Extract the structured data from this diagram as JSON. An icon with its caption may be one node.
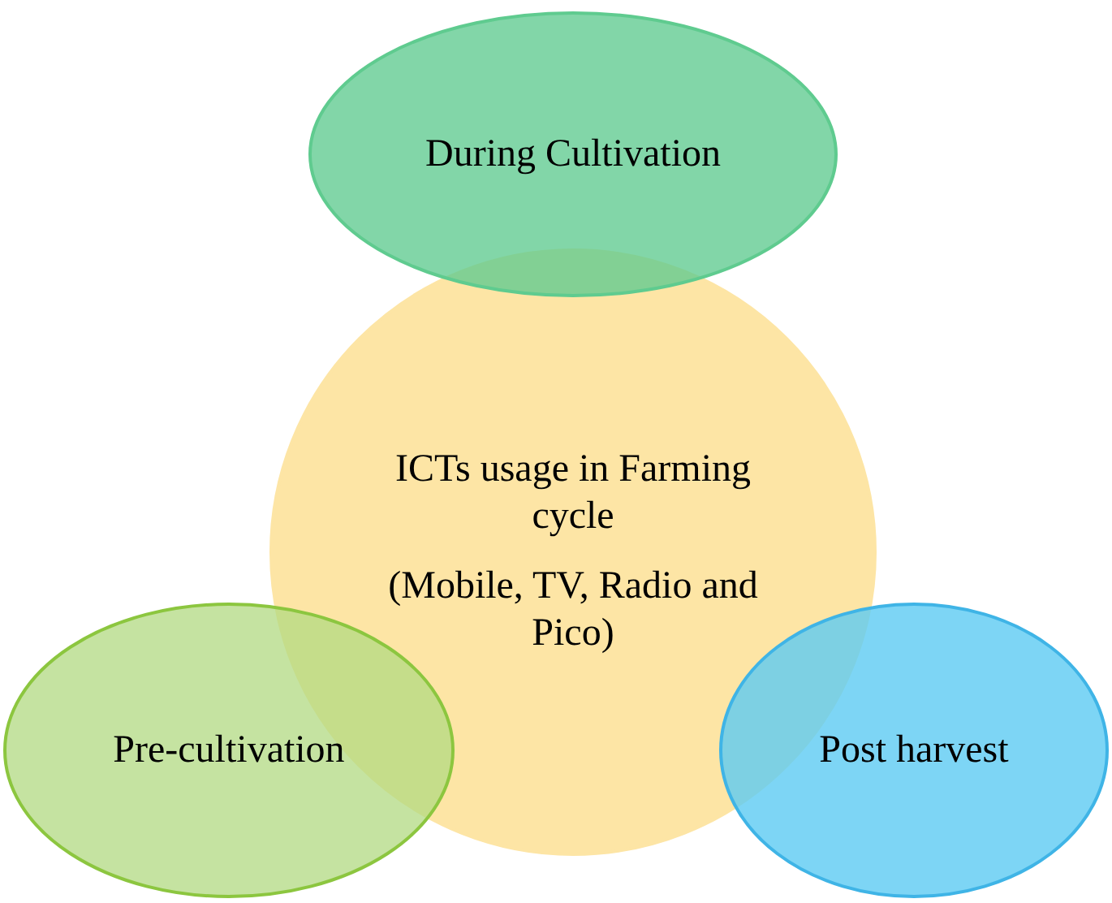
{
  "diagram": {
    "nodes": [
      {
        "text": [
          "During Cultivation"
        ]
      },
      {
        "text": [
          "ICTs usage in Farming cycle",
          "(Mobile, TV, Radio and Pico)"
        ]
      },
      {
        "text": [
          "Pre-cultivation"
        ]
      },
      {
        "text": [
          "Post harvest"
        ]
      }
    ]
  }
}
